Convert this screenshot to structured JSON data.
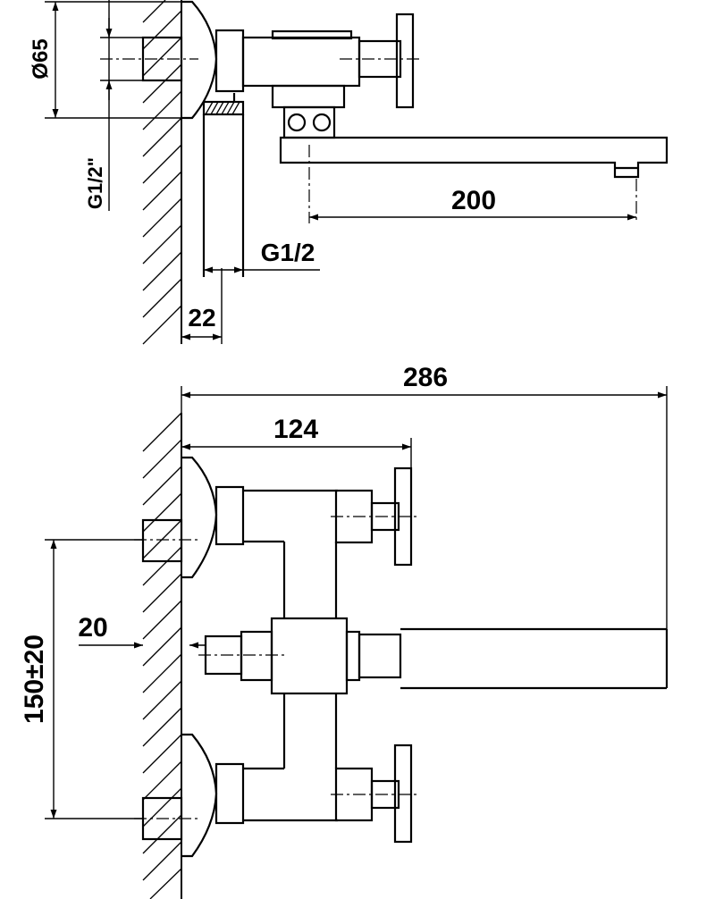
{
  "side_view": {
    "diameter_label": "Ø65",
    "thread_vertical_label": "G1/2\"",
    "spout_reach_label": "200",
    "thread_label": "G1/2",
    "eccentric_depth_label": "22"
  },
  "front_view": {
    "overall_length_label": "286",
    "handle_distance_label": "124",
    "wall_offset_label": "20",
    "center_distance_label": "150±20"
  }
}
